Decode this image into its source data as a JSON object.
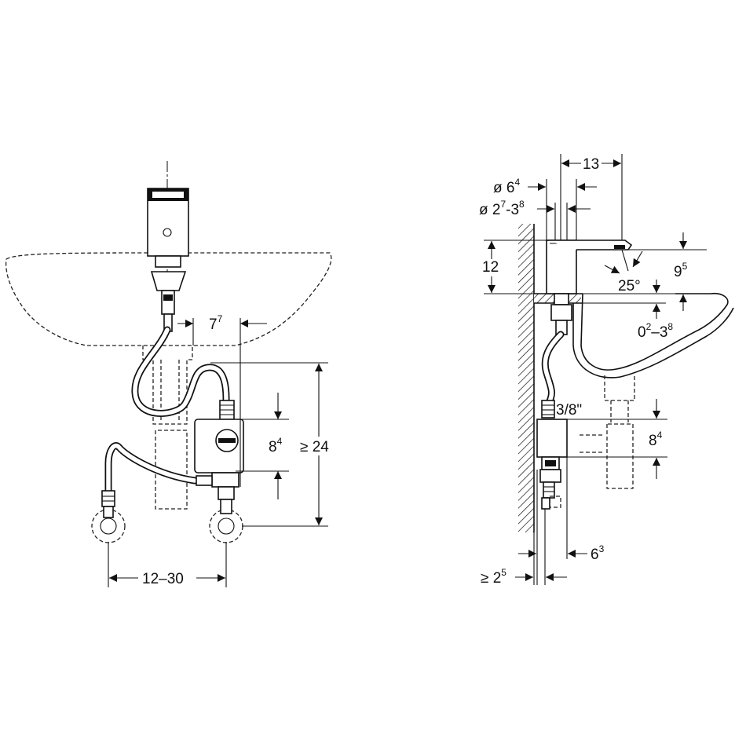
{
  "front_view": {
    "dim_spout_offset": {
      "base": "7",
      "sup": "7"
    },
    "dim_box_height": {
      "base": "8",
      "sup": "4"
    },
    "dim_install_height": "≥ 24",
    "dim_connection_spacing": "12–30"
  },
  "side_view": {
    "dim_spout_reach": "13",
    "dim_body_diameter": {
      "base": "ø 6",
      "sup": "4"
    },
    "dim_hole_diameter": {
      "pre": "ø 2",
      "sup1": "7",
      "mid": "-3",
      "sup2": "8"
    },
    "dim_body_height": "12",
    "dim_spout_angle": "25°",
    "dim_outlet_height": {
      "base": "9",
      "sup": "5"
    },
    "dim_deck_thickness": {
      "pre": "0",
      "sup1": "2",
      "mid": "–3",
      "sup2": "8"
    },
    "dim_thread": "3/8\"",
    "dim_box_height": {
      "base": "8",
      "sup": "4"
    },
    "dim_box_depth": {
      "base": "6",
      "sup": "3"
    },
    "dim_wall_gap": {
      "base": "≥ 2",
      "sup": "5"
    }
  }
}
